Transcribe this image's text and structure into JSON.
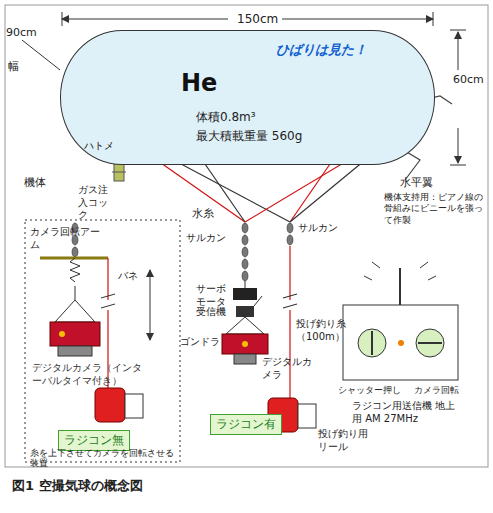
{
  "diagram": {
    "caption": "図1 空撮気球の概念図",
    "nodes": [
      {
        "text": [
          "ひばりは見た！",
          "He",
          "体積0.8m³",
          "最大積載重量 560g"
        ]
      },
      {
        "text": [
          "ラジコン無"
        ]
      },
      {
        "text": [
          "ラジコン有"
        ]
      }
    ],
    "labels": [
      "150cm",
      "90cm",
      "幅",
      "60cm",
      "ハトメ",
      "機体",
      "ガス注入コック",
      "水糸",
      "水平翼",
      "機体支持用：ピアノ線の骨組みにビニールを張って作製",
      "サルカン",
      "サルカン",
      "カメラ回転アーム",
      "バネ",
      "サーボモータ",
      "受信機",
      "ゴンドラ",
      "デジタルカメラ",
      "デジタルカメラ（インターバルタイマ付き）",
      "投げ釣り糸（100m）",
      "糸を上下させてカメラを回転させる装置",
      "投げ釣り用リール",
      "シャッター押し",
      "カメラ回転",
      "ラジコン用送信機 地上用 AM 27MHz"
    ]
  }
}
